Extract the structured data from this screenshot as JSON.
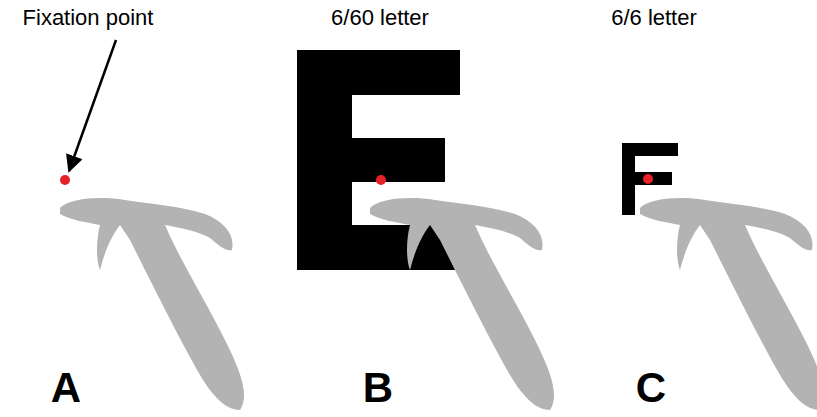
{
  "diagram": {
    "labels": [
      "Fixation point",
      "6/60 letter",
      "6/6 letter",
      "A",
      "B",
      "C"
    ]
  }
}
